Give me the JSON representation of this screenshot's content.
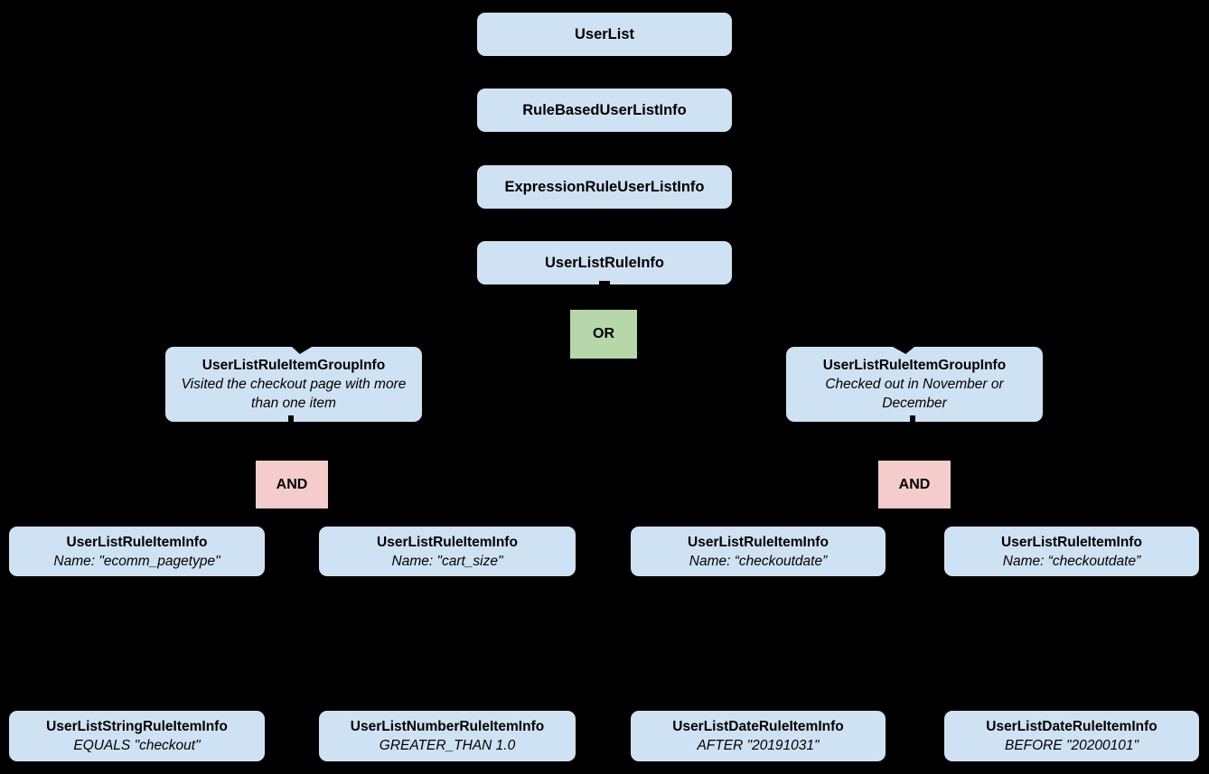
{
  "diagram": {
    "background": "#000000",
    "colors": {
      "node_fill": "#cfe2f3",
      "or_fill": "#b6d7a8",
      "and_fill": "#f4cccc",
      "text": "#000000"
    },
    "chain": [
      {
        "label": "UserList"
      },
      {
        "label": "RuleBasedUserListInfo"
      },
      {
        "label": "ExpressionRuleUserListInfo"
      },
      {
        "label": "UserListRuleInfo"
      }
    ],
    "or_label": "OR",
    "and_label": "AND",
    "groups": [
      {
        "title": "UserListRuleItemGroupInfo",
        "subtitle": "Visited the checkout page with more than one item"
      },
      {
        "title": "UserListRuleItemGroupInfo",
        "subtitle": "Checked out in November or December"
      }
    ],
    "rule_items": [
      {
        "title": "UserListRuleItemInfo",
        "subtitle": "Name: \"ecomm_pagetype\""
      },
      {
        "title": "UserListRuleItemInfo",
        "subtitle": "Name: \"cart_size\""
      },
      {
        "title": "UserListRuleItemInfo",
        "subtitle": "Name: “checkoutdate”"
      },
      {
        "title": "UserListRuleItemInfo",
        "subtitle": "Name: “checkoutdate”"
      }
    ],
    "leaf_items": [
      {
        "title": "UserListStringRuleItemInfo",
        "subtitle": "EQUALS \"checkout\""
      },
      {
        "title": "UserListNumberRuleItemInfo",
        "subtitle": "GREATER_THAN 1.0"
      },
      {
        "title": "UserListDateRuleItemInfo",
        "subtitle": "AFTER \"20191031\""
      },
      {
        "title": "UserListDateRuleItemInfo",
        "subtitle": "BEFORE \"20200101\""
      }
    ]
  }
}
